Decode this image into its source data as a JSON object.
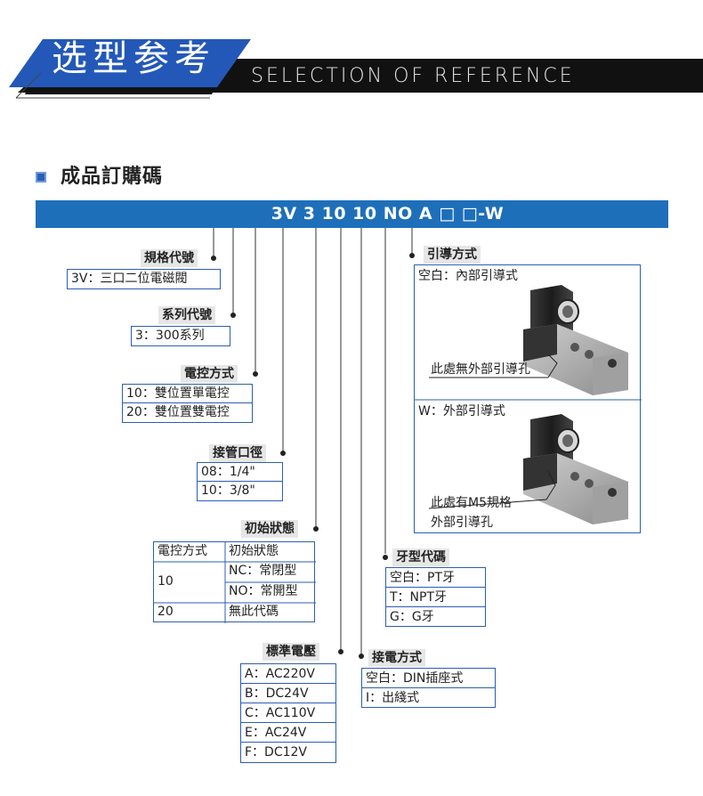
{
  "header": {
    "title_cn": "选型参考",
    "title_en": "SELECTION OF REFERENCE"
  },
  "section": {
    "title": "成品訂購碼"
  },
  "model": {
    "code": "3V 3 10 10 NO A □ □-W"
  },
  "groups": {
    "spec_code": {
      "label": "規格代號",
      "options": [
        "3V：三口二位電磁閥"
      ]
    },
    "series_code": {
      "label": "系列代號",
      "options": [
        "3：300系列"
      ]
    },
    "control_mode": {
      "label": "電控方式",
      "options": [
        "10：雙位置單電控",
        "20：雙位置雙電控"
      ]
    },
    "port_size": {
      "label": "接管口徑",
      "options": [
        "08：1/4\"",
        "10：3/8\""
      ]
    },
    "initial_state": {
      "label": "初始狀態",
      "header_col1": "電控方式",
      "header_col2": "初始狀態",
      "row1_code": "10",
      "row1_opt_a": "NC：常閉型",
      "row1_opt_b": "NO：常開型",
      "row2_code": "20",
      "row2_opt": "無此代碼"
    },
    "voltage": {
      "label": "標準電壓",
      "options": [
        "A：AC220V",
        "B：DC24V",
        "C：AC110V",
        "E：AC24V",
        "F：DC12V"
      ]
    },
    "wiring": {
      "label": "接電方式",
      "options": [
        "空白：DIN插座式",
        "I：出綫式"
      ]
    },
    "thread": {
      "label": "牙型代碼",
      "options": [
        "空白：PT牙",
        "T：NPT牙",
        "G：G牙"
      ]
    },
    "pilot": {
      "label": "引導方式",
      "internal_title": "空白：內部引導式",
      "internal_note": "此處無外部引導孔",
      "external_title": "W：外部引導式",
      "external_note_1": "此處有M5規格",
      "external_note_2": "外部引導孔"
    }
  },
  "colors": {
    "accent_blue": "#1e6fba",
    "box_border": "#2b5fb3",
    "banner_black": "#111111",
    "tag_gray": "#e6e6e6"
  }
}
